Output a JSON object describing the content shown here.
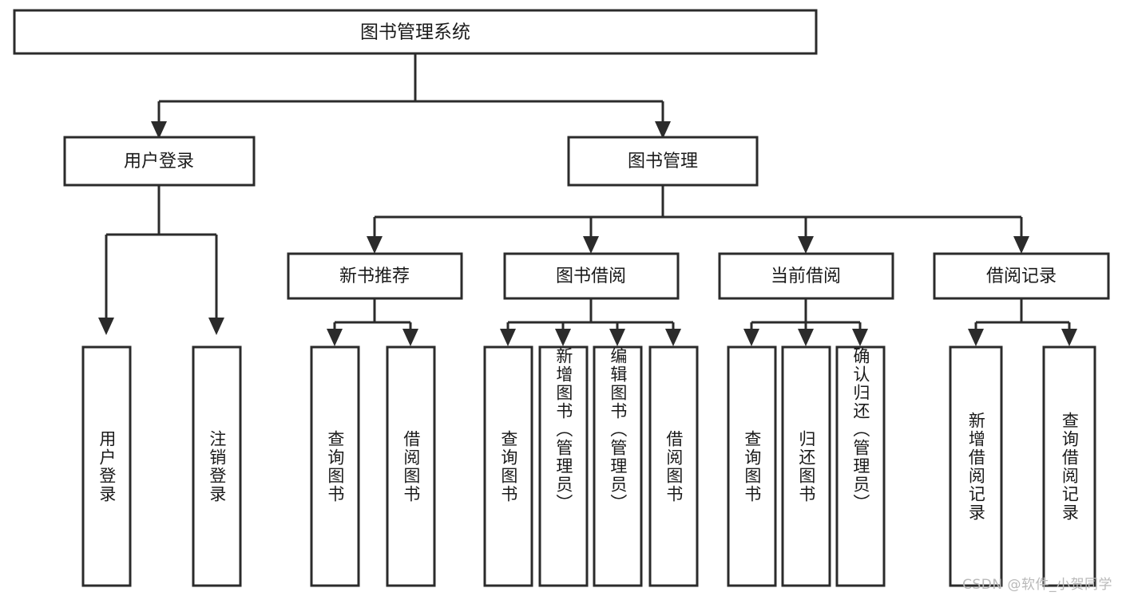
{
  "diagram": {
    "title": "图书管理系统",
    "type": "tree",
    "watermark": "CSDN @软件_小贺同学",
    "colors": {
      "stroke": "#2b2b2b",
      "fill": "#ffffff",
      "text": "#1a1a1a",
      "watermark": "#b9b9b9",
      "background": "#ffffff"
    },
    "root": {
      "label": "图书管理系统"
    },
    "level2": [
      {
        "label": "用户登录"
      },
      {
        "label": "图书管理"
      }
    ],
    "level3": [
      {
        "label": "新书推荐"
      },
      {
        "label": "图书借阅"
      },
      {
        "label": "当前借阅"
      },
      {
        "label": "借阅记录"
      }
    ],
    "leaves": {
      "user_login": [
        {
          "label": "用户登录"
        },
        {
          "label": "注销登录"
        }
      ],
      "new_book_recommend": [
        {
          "label": "查询图书"
        },
        {
          "label": "借阅图书"
        }
      ],
      "book_borrow": [
        {
          "label": "查询图书"
        },
        {
          "label": "新增图书（管理员）"
        },
        {
          "label": "编辑图书（管理员）"
        },
        {
          "label": "借阅图书"
        }
      ],
      "current_borrow": [
        {
          "label": "查询图书"
        },
        {
          "label": "归还图书"
        },
        {
          "label": "确认归还（管理员）"
        }
      ],
      "borrow_record": [
        {
          "label": "新增借阅记录"
        },
        {
          "label": "查询借阅记录"
        }
      ]
    }
  }
}
